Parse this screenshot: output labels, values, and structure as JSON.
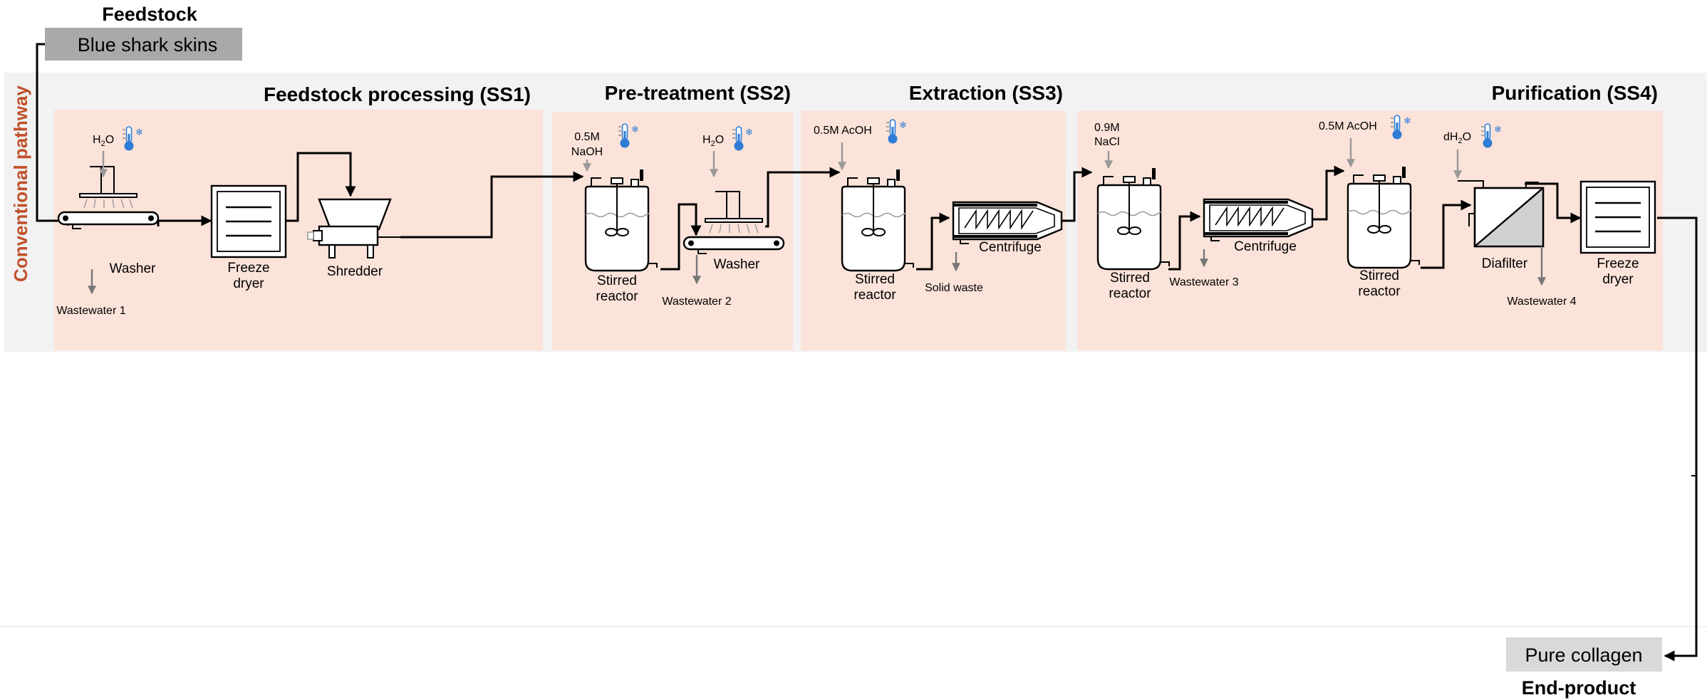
{
  "feedstock": {
    "heading": "Feedstock",
    "name": "Blue shark skins"
  },
  "end_product": {
    "heading": "End-product",
    "name": "Pure collagen"
  },
  "pathway_label": "Conventional pathway",
  "colors": {
    "accent": "#C0502A",
    "band": "#F2F2F2",
    "panel": "#FBE3D9",
    "box": "#A9A9A9",
    "arrow": "#000000",
    "inlet": "#9E9E9E",
    "thermo": "#2E7CD6"
  },
  "stages": {
    "ss1": "Feedstock processing (SS1)",
    "ss2": "Pre-treatment (SS2)",
    "ss3": "Extraction (SS3)",
    "ss4": "Purification (SS4)"
  },
  "equipment": {
    "washer_1": "Washer",
    "freeze_dryer_1": [
      "Freeze",
      "dryer"
    ],
    "shredder": "Shredder",
    "stirred_reactor_1": [
      "Stirred",
      "reactor"
    ],
    "washer_2": "Washer",
    "stirred_reactor_2": [
      "Stirred",
      "reactor"
    ],
    "centrifuge_1": "Centrifuge",
    "stirred_reactor_3": [
      "Stirred",
      "reactor"
    ],
    "centrifuge_2": "Centrifuge",
    "stirred_reactor_4": [
      "Stirred",
      "reactor"
    ],
    "diafilter": "Diafilter",
    "freeze_dryer_2": [
      "Freeze",
      "dryer"
    ]
  },
  "inputs": {
    "h2o_1": {
      "main": "H",
      "sub": "2",
      "rest": "O"
    },
    "naoh": [
      "0.5M",
      "NaOH"
    ],
    "h2o_2": {
      "main": "H",
      "sub": "2",
      "rest": "O"
    },
    "acoh_1": "0.5M AcOH",
    "nacl": [
      "0.9M",
      "NaCl"
    ],
    "acoh_2": "0.5M AcOH",
    "dh2o": {
      "main": "dH",
      "sub": "2",
      "rest": "O"
    }
  },
  "outputs": {
    "wastewater_1": "Wastewater 1",
    "wastewater_2": "Wastewater 2",
    "solid_waste": "Solid waste",
    "wastewater_3": "Wastewater 3",
    "wastewater_4": "Wastewater 4"
  }
}
